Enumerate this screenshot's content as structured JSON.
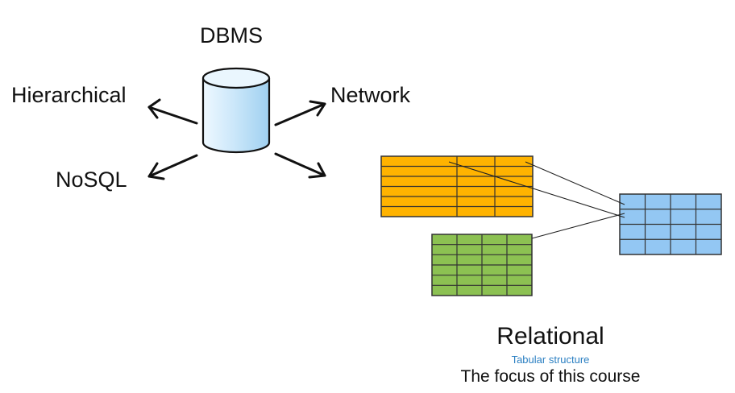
{
  "center": {
    "label": "DBMS"
  },
  "models": {
    "hierarchical": "Hierarchical",
    "network": "Network",
    "nosql": "NoSQL",
    "relational": "Relational"
  },
  "relational_notes": {
    "subtitle": "Tabular structure",
    "focus": "The focus of this course"
  },
  "colors": {
    "cylinder_top": "#eaf6fe",
    "cylinder_body": "#b9def5",
    "orange_table": "#ffb300",
    "green_table": "#8cc152",
    "blue_table": "#93c7f3",
    "subtitle_text": "#2a7fc2"
  },
  "tables": [
    {
      "name": "orange",
      "rows": 6,
      "cols": 3
    },
    {
      "name": "green",
      "rows": 6,
      "cols": 4
    },
    {
      "name": "blue",
      "rows": 4,
      "cols": 4
    }
  ]
}
